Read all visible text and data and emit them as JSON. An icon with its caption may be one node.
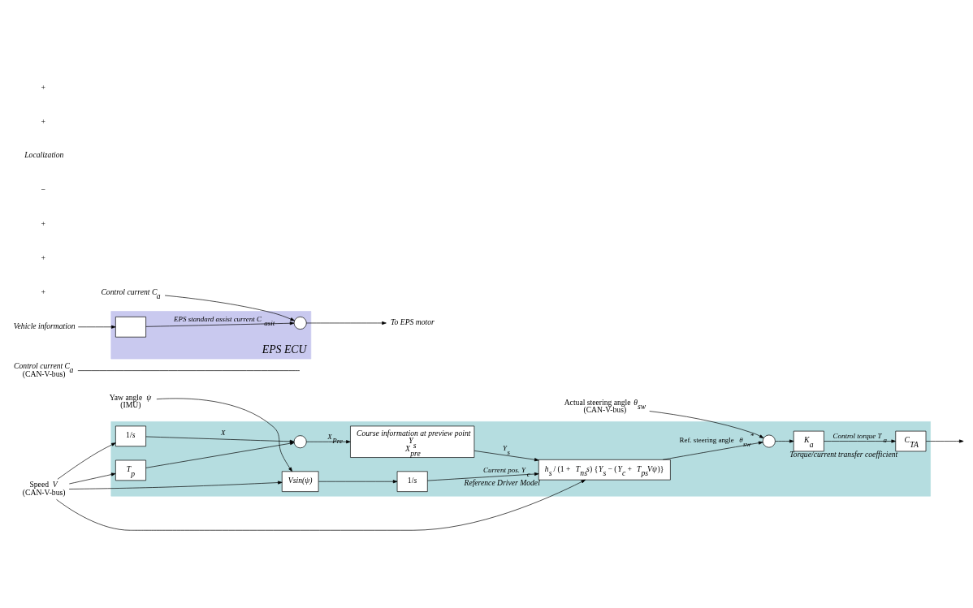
{
  "diagram": {
    "nodes": [
      {
        "text": [],
        "shape": "box"
      },
      {
        "text": [
          "1/*s*"
        ],
        "in": 0
      },
      {
        "text": [],
        "shape": "circle",
        "in": 0
      },
      {
        "text": [
          "*Course information at preview point*",
          "*Y*$_{s}$",
          "*X*$_{pre}$"
        ],
        "in": 0
      },
      {
        "text": [
          "*T*$_{p}$"
        ],
        "in": 0
      },
      {
        "text": [
          "Speed *V*",
          "(CAN-V-bus)"
        ]
      },
      {
        "text": [
          "Yaw angle *ψ*",
          "(IMU)"
        ]
      },
      {
        "text": [
          "*Vsin(ψ)*"
        ],
        "in": 0
      },
      {
        "text": [
          "1/*s*"
        ],
        "in": 0
      },
      {
        "text": [
          "*h*$_{s}$ / (1 + *T*$_{ns}$*s*) {*Y*$_{s}$ − (*Y*$_{c}$ + *T*$_{ps}$*Vψ*)}"
        ],
        "beside": [
          "*Reference Driver Model*"
        ],
        "in": 0
      },
      {
        "text": [],
        "shape": "circle",
        "in": 0
      },
      {
        "text": [
          "*K*$_{a}$"
        ],
        "in": 0
      },
      {
        "text": [
          "*C*$_{TA}$"
        ],
        "beside": [
          "*Torque/current transfer coefficient*"
        ],
        "in": 0
      },
      {
        "text": [
          "Actual steering angle *θ*$_{sw}$",
          "(CAN-V-bus)"
        ]
      },
      {
        "text": [
          "*Control current C*$_{a}$",
          "(CAN-V-bus)"
        ]
      },
      {
        "text": [
          "*EPS ECU*"
        ]
      },
      {
        "text": [
          "*Vehicle information*"
        ]
      },
      {
        "text": [],
        "shape": "box",
        "in": 15
      },
      {
        "text": [],
        "shape": "circle",
        "in": 15
      },
      {
        "text": [
          "*Control current C*$_{a}$"
        ]
      },
      {
        "text": [
          "*To EPS motor*"
        ]
      }
    ],
    "edges": [
      {
        "from": 1,
        "to": 2,
        "arrow": "to",
        "label": "*X*"
      },
      {
        "from": 2,
        "to": 3,
        "arrow": "to",
        "label": "*X*$_{Pre}$"
      },
      {
        "from": 4,
        "to": 2,
        "arrow": "to"
      },
      {
        "from": 3,
        "to": 9,
        "arrow": "to",
        "label": "*Y*$_{s}$"
      },
      {
        "from": 5,
        "to": 1,
        "arrow": "to"
      },
      {
        "from": 5,
        "to": 4,
        "arrow": "to"
      },
      {
        "from": 5,
        "to": 7,
        "arrow": "to"
      },
      {
        "from": 5,
        "to": 9,
        "arrow": "to"
      },
      {
        "from": 6,
        "to": 7,
        "arrow": "to"
      },
      {
        "from": 7,
        "to": 8,
        "arrow": "to"
      },
      {
        "from": 8,
        "to": 9,
        "arrow": "to",
        "label": "*Current pos. Y*$_{c}$"
      },
      {
        "from": 9,
        "to": 10,
        "arrow": "to",
        "label": "Ref. steering angle *θ*$_{sw}$$^{*}$"
      },
      {
        "from": 13,
        "to": 10,
        "arrow": "to"
      },
      {
        "from": 10,
        "to": 11,
        "arrow": "to"
      },
      {
        "from": 11,
        "to": 12,
        "arrow": "to",
        "label": "*Control torque T*$_{a}$"
      },
      {
        "from": 12,
        "to": null,
        "arrow": "to"
      },
      {
        "from": 14,
        "to": null,
        "arrow": "none"
      },
      {
        "from": 16,
        "to": 17,
        "arrow": "to"
      },
      {
        "from": 17,
        "to": 18,
        "arrow": "to",
        "label": "*EPS standard assist current C*$_{asit}$"
      },
      {
        "from": 19,
        "to": 18,
        "arrow": "to"
      },
      {
        "from": 18,
        "to": 20,
        "arrow": "to"
      }
    ],
    "labels": [
      "+",
      "+",
      "+",
      "−",
      "*Localization*",
      "+",
      "+"
    ]
  }
}
